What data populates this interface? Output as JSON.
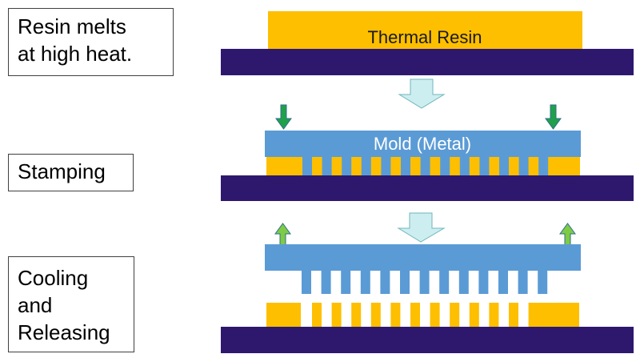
{
  "steps": [
    {
      "label": "Resin melts\nat high heat."
    },
    {
      "label": "Stamping"
    },
    {
      "label": "Cooling\nand\nReleasing"
    }
  ],
  "resin_label": "Thermal Resin",
  "mold_label": "Mold  (Metal)",
  "colors": {
    "substrate": "#2e186e",
    "resin": "#fdbf00",
    "mold": "#5b9bd5",
    "process_arrow": "#cdeef0",
    "process_arrow_stroke": "#6fb6bd",
    "press_arrow": "#1fa14a",
    "release_arrow": "#7ecb46",
    "arrow_stroke": "#2f6e8f"
  }
}
